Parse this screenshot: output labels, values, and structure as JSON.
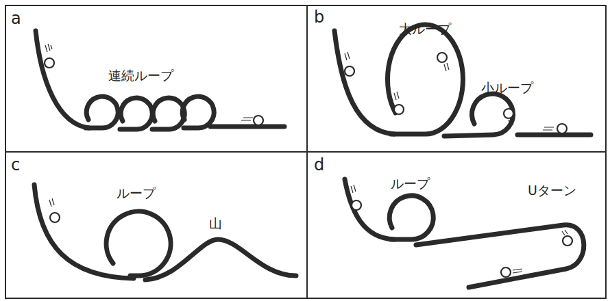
{
  "diagram": {
    "labels": [
      "a",
      "連続ループ",
      "b",
      "大ループ",
      "小ループ",
      "c",
      "ループ",
      "山",
      "d",
      "ループ",
      "Uターン"
    ]
  }
}
